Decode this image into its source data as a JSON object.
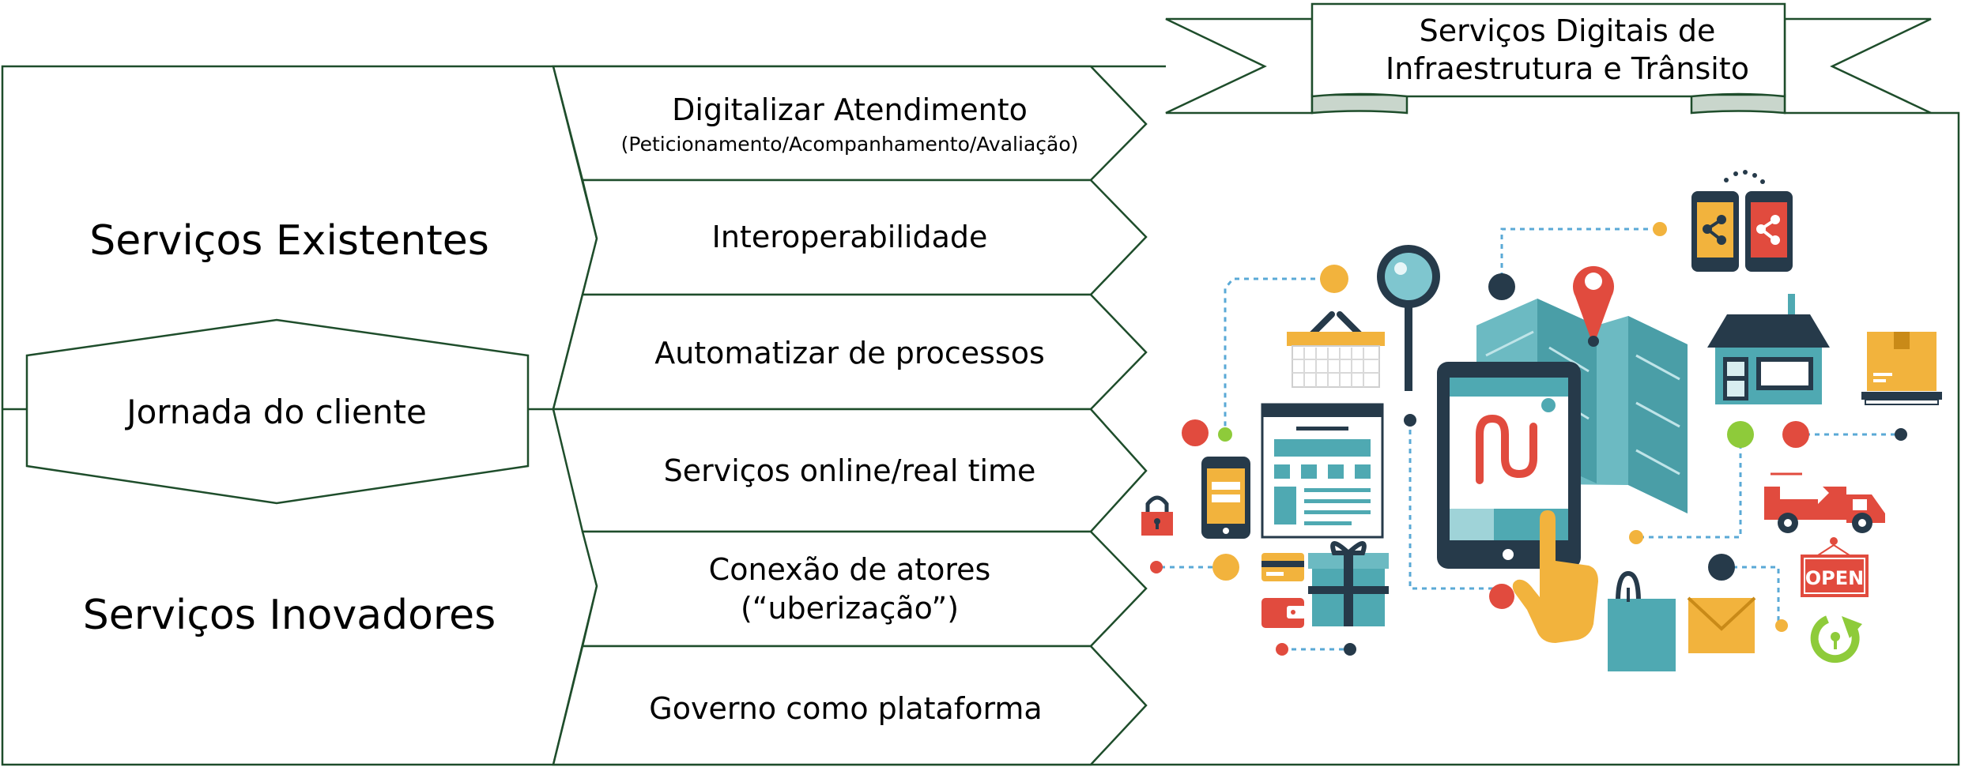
{
  "colors": {
    "frame": "#1e4d2b",
    "teal": "#4fa9b2",
    "teal_dark": "#2f7f88",
    "navy": "#263a4a",
    "red": "#e14b3e",
    "orange": "#f2b33d",
    "green": "#8ecb3a",
    "dot_line": "#5aa9d6"
  },
  "banner": {
    "line1": "Serviços Digitais de",
    "line2": "Infraestrutura e Trânsito"
  },
  "left": {
    "existing": "Serviços Existentes",
    "journey": "Jornada do cliente",
    "innovative": "Serviços Inovadores"
  },
  "items": [
    {
      "title": "Digitalizar Atendimento",
      "sub": "(Peticionamento/Acompanhamento/Avaliação)"
    },
    {
      "title": "Interoperabilidade"
    },
    {
      "title": "Automatizar de processos"
    },
    {
      "title": "Serviços online/real time"
    },
    {
      "title": "Conexão de atores",
      "sub2": "(“uberização”)"
    },
    {
      "title": "Governo como plataforma"
    }
  ],
  "illustration": {
    "open_sign": "OPEN",
    "icons": [
      "shopping-basket-icon",
      "magnifier-icon",
      "map-pin-icon",
      "share-phones-icon",
      "house-icon",
      "package-icon",
      "web-page-icon",
      "padlock-icon",
      "mobile-login-icon",
      "folded-map-icon",
      "tablet-route-icon",
      "pointing-hand-icon",
      "delivery-truck-icon",
      "open-sign-icon",
      "credit-card-icon",
      "wallet-icon",
      "gift-box-icon",
      "shopping-bag-icon",
      "envelope-icon",
      "refresh-arrow-icon"
    ]
  }
}
